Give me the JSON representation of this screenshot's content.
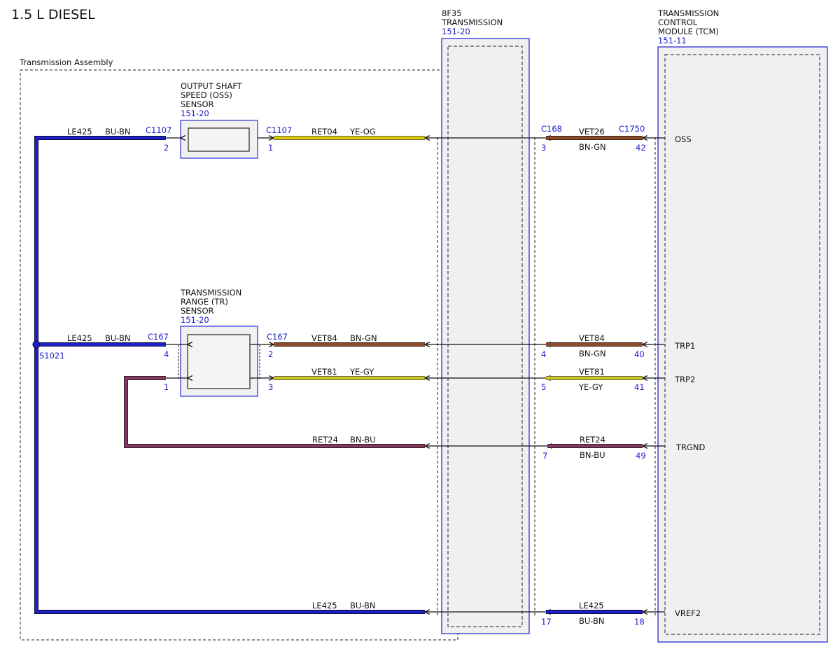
{
  "page_title": "1.5 L DIESEL",
  "assembly_label": "Transmission Assembly",
  "colors": {
    "BU-BN": "#1f1fc8",
    "YE-OG": "#e8e000",
    "YE-GY": "#e6e200",
    "BN-GN": "#8b4a2a",
    "BN-BU": "#7a3a5a",
    "module_fill": "#f0f0f0",
    "module_border": "#2b2bd6",
    "connector_num": "#1a1acc"
  },
  "transmission": {
    "line1": "8F35",
    "line2": "TRANSMISSION",
    "ref": "151-20"
  },
  "tcm": {
    "line1": "TRANSMISSION",
    "line2": "CONTROL",
    "line3": "MODULE (TCM)",
    "ref": "151-11"
  },
  "oss_sensor": {
    "line1": "OUTPUT SHAFT",
    "line2": "SPEED (OSS)",
    "line3": "SENSOR",
    "ref": "151-20"
  },
  "tr_sensor": {
    "line1": "TRANSMISSION",
    "line2": "RANGE (TR)",
    "line3": "SENSOR",
    "ref": "151-20"
  },
  "splice": {
    "label": "S1021"
  },
  "wires": {
    "oss_left": {
      "circuit": "LE425",
      "color": "BU-BN",
      "connector": "C1107",
      "pin": "2"
    },
    "oss_right": {
      "circuit": "RET04",
      "color": "YE-OG",
      "connector": "C1107",
      "pin": "1"
    },
    "oss_tcm": {
      "circuit": "VET26",
      "color": "BN-GN",
      "connector_left": "C168",
      "pin_left": "3",
      "connector_right": "C1750",
      "pin_right": "42",
      "signal": "OSS"
    },
    "tr_left": {
      "circuit": "LE425",
      "color": "BU-BN",
      "connector": "C167",
      "pin": "4"
    },
    "tr_pin1": {
      "pin": "1"
    },
    "trp1_left": {
      "circuit": "VET84",
      "color": "BN-GN",
      "connector": "C167",
      "pin": "2"
    },
    "trp1_tcm": {
      "circuit": "VET84",
      "color": "BN-GN",
      "pin_left": "4",
      "pin_right": "40",
      "signal": "TRP1"
    },
    "trp2_left": {
      "circuit": "VET81",
      "color": "YE-GY",
      "pin": "3"
    },
    "trp2_tcm": {
      "circuit": "VET81",
      "color": "YE-GY",
      "pin_left": "5",
      "pin_right": "41",
      "signal": "TRP2"
    },
    "trgnd_left": {
      "circuit": "RET24",
      "color": "BN-BU"
    },
    "trgnd_tcm": {
      "circuit": "RET24",
      "color": "BN-BU",
      "pin_left": "7",
      "pin_right": "49",
      "signal": "TRGND"
    },
    "vref_left": {
      "circuit": "LE425",
      "color": "BU-BN"
    },
    "vref_tcm": {
      "circuit": "LE425",
      "color": "BU-BN",
      "pin_left": "17",
      "pin_right": "18",
      "signal": "VREF2"
    }
  }
}
